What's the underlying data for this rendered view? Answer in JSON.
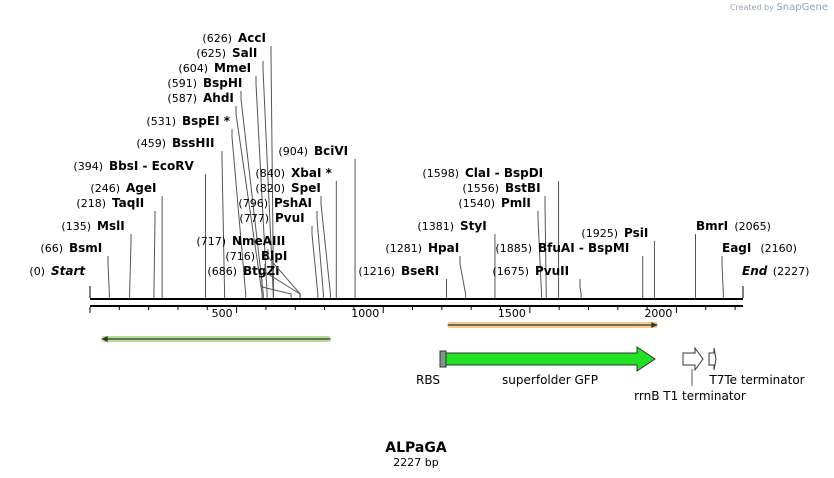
{
  "brand": {
    "prefix": "Created by",
    "app": "SnapGene"
  },
  "map": {
    "name": "ALPaGA",
    "length_label": "2227 bp",
    "length": 2227
  },
  "ruler": {
    "ticks": [
      {
        "label": "500",
        "pos": 500
      },
      {
        "label": "1000",
        "pos": 1000
      },
      {
        "label": "1500",
        "pos": 1500
      },
      {
        "label": "2000",
        "pos": 2000
      }
    ]
  },
  "sites": [
    {
      "name": "Start",
      "pos": 0,
      "pos_label": "(0)",
      "italic": true,
      "side": "left",
      "row": 0
    },
    {
      "name": "BsmI",
      "pos": 66,
      "pos_label": "(66)",
      "side": "left",
      "row": 1
    },
    {
      "name": "MslI",
      "pos": 135,
      "pos_label": "(135)",
      "side": "left",
      "row": 2
    },
    {
      "name": "TaqII",
      "pos": 218,
      "pos_label": "(218)",
      "side": "left",
      "row": 3
    },
    {
      "name": "AgeI",
      "pos": 246,
      "pos_label": "(246)",
      "side": "left",
      "row": 4
    },
    {
      "name": "BbsI  -  EcoRV",
      "pos": 394,
      "pos_label": "(394)",
      "side": "left",
      "row": 5
    },
    {
      "name": "BssHII",
      "pos": 459,
      "pos_label": "(459)",
      "side": "left",
      "row": 6
    },
    {
      "name": "BspEI *",
      "pos": 531,
      "pos_label": "(531)",
      "side": "left",
      "row": 7
    },
    {
      "name": "AhdI",
      "pos": 587,
      "pos_label": "(587)",
      "side": "left",
      "row": 8
    },
    {
      "name": "BspHI",
      "pos": 591,
      "pos_label": "(591)",
      "side": "left",
      "row": 9
    },
    {
      "name": "MmeI",
      "pos": 604,
      "pos_label": "(604)",
      "side": "left",
      "row": 10
    },
    {
      "name": "SalI",
      "pos": 625,
      "pos_label": "(625)",
      "side": "left",
      "row": 11
    },
    {
      "name": "AccI",
      "pos": 626,
      "pos_label": "(626)",
      "side": "left",
      "row": 12
    },
    {
      "name": "BtgZI",
      "pos": 686,
      "pos_label": "(686)",
      "side": "left",
      "row": 0
    },
    {
      "name": "BlpI",
      "pos": 716,
      "pos_label": "(716)",
      "side": "left",
      "row": 1
    },
    {
      "name": "NmeAIII",
      "pos": 717,
      "pos_label": "(717)",
      "side": "left",
      "row": 2
    },
    {
      "name": "PvuI",
      "pos": 777,
      "pos_label": "(777)",
      "side": "left",
      "row": 3
    },
    {
      "name": "PshAI",
      "pos": 796,
      "pos_label": "(796)",
      "side": "left",
      "row": 4
    },
    {
      "name": "SpeI",
      "pos": 820,
      "pos_label": "(820)",
      "side": "left",
      "row": 5
    },
    {
      "name": "XbaI *",
      "pos": 840,
      "pos_label": "(840)",
      "side": "left",
      "row": 6
    },
    {
      "name": "BciVI",
      "pos": 904,
      "pos_label": "(904)",
      "side": "left",
      "row": 7
    },
    {
      "name": "BseRI",
      "pos": 1216,
      "pos_label": "(1216)",
      "side": "left",
      "row": 0
    },
    {
      "name": "HpaI",
      "pos": 1281,
      "pos_label": "(1281)",
      "side": "left",
      "row": 1
    },
    {
      "name": "StyI",
      "pos": 1381,
      "pos_label": "(1381)",
      "side": "left",
      "row": 2
    },
    {
      "name": "PmlI",
      "pos": 1540,
      "pos_label": "(1540)",
      "side": "left",
      "row": 3
    },
    {
      "name": "BstBI",
      "pos": 1556,
      "pos_label": "(1556)",
      "side": "left",
      "row": 4
    },
    {
      "name": "ClaI  -  BspDI",
      "pos": 1598,
      "pos_label": "(1598)",
      "side": "left",
      "row": 5
    },
    {
      "name": "PvuII",
      "pos": 1675,
      "pos_label": "(1675)",
      "side": "left",
      "row": 0
    },
    {
      "name": "BfuAI  -  BspMI",
      "pos": 1885,
      "pos_label": "(1885)",
      "side": "left",
      "row": 1
    },
    {
      "name": "PsiI",
      "pos": 1925,
      "pos_label": "(1925)",
      "side": "left",
      "row": 2
    },
    {
      "name": "BmrI",
      "pos": 2065,
      "pos_label": "(2065)",
      "side": "right",
      "row": 2
    },
    {
      "name": "EagI",
      "pos": 2160,
      "pos_label": "(2160)",
      "side": "right",
      "row": 1
    },
    {
      "name": "End",
      "pos": 2227,
      "pos_label": "(2227)",
      "italic": true,
      "side": "right",
      "row": 0
    }
  ],
  "primers": [
    {
      "start": 40,
      "end": 820,
      "direction": "reverse",
      "color": "#7cc242"
    },
    {
      "start": 1220,
      "end": 1935,
      "direction": "forward",
      "color": "#f0a030"
    }
  ],
  "features": [
    {
      "name": "RBS",
      "start": 1195,
      "end": 1215,
      "color": "#7a9a90",
      "shape": "box"
    },
    {
      "name": "superfolder GFP",
      "start": 1215,
      "end": 1935,
      "color": "#22e022",
      "shape": "arrow"
    },
    {
      "name": "rrnB T1 terminator",
      "start": 2030,
      "end": 2095,
      "color": "#ffffff",
      "shape": "arrow-outline"
    },
    {
      "name": "T7Te terminator",
      "start": 2120,
      "end": 2148,
      "color": "#ffffff",
      "shape": "arrow-outline"
    }
  ]
}
